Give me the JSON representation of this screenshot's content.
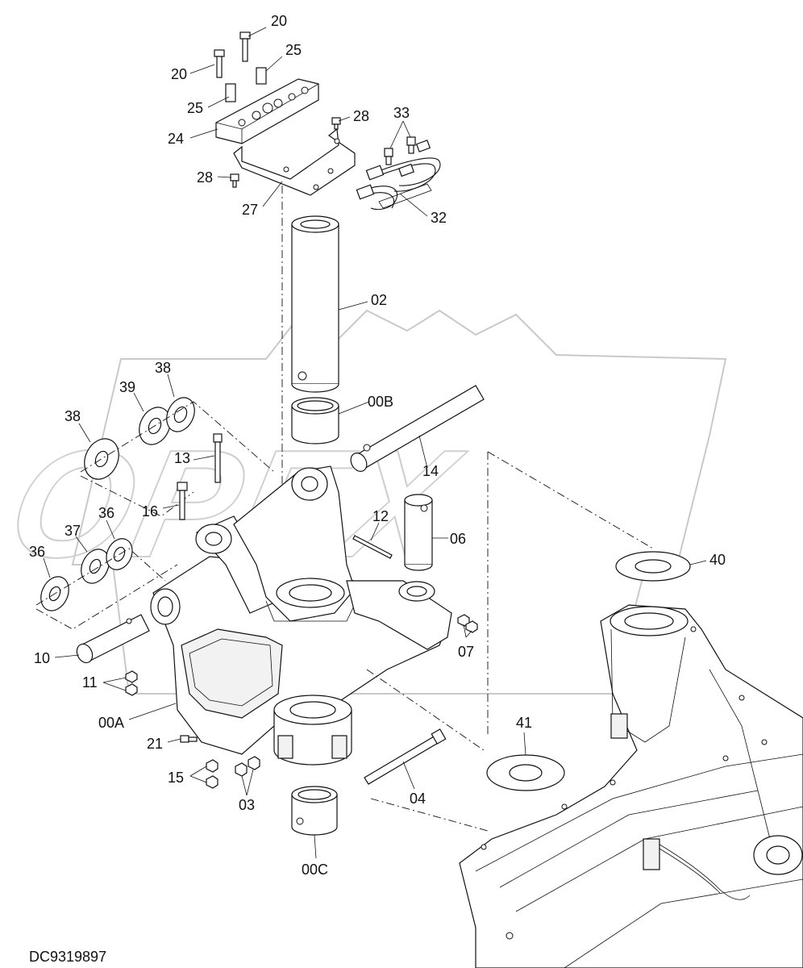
{
  "drawing_code": "DC9319897",
  "watermark": "OPEX",
  "callouts": [
    {
      "id": "c-20a",
      "text": "20"
    },
    {
      "id": "c-20b",
      "text": "20"
    },
    {
      "id": "c-25a",
      "text": "25"
    },
    {
      "id": "c-25b",
      "text": "25"
    },
    {
      "id": "c-24",
      "text": "24"
    },
    {
      "id": "c-28a",
      "text": "28"
    },
    {
      "id": "c-28b",
      "text": "28"
    },
    {
      "id": "c-27",
      "text": "27"
    },
    {
      "id": "c-33",
      "text": "33"
    },
    {
      "id": "c-32",
      "text": "32"
    },
    {
      "id": "c-02",
      "text": "02"
    },
    {
      "id": "c-38a",
      "text": "38"
    },
    {
      "id": "c-39",
      "text": "39"
    },
    {
      "id": "c-38b",
      "text": "38"
    },
    {
      "id": "c-00B",
      "text": "00B"
    },
    {
      "id": "c-13",
      "text": "13"
    },
    {
      "id": "c-14",
      "text": "14"
    },
    {
      "id": "c-16",
      "text": "16"
    },
    {
      "id": "c-36a",
      "text": "36"
    },
    {
      "id": "c-12",
      "text": "12"
    },
    {
      "id": "c-37",
      "text": "37"
    },
    {
      "id": "c-06",
      "text": "06"
    },
    {
      "id": "c-36b",
      "text": "36"
    },
    {
      "id": "c-40",
      "text": "40"
    },
    {
      "id": "c-10",
      "text": "10"
    },
    {
      "id": "c-07",
      "text": "07"
    },
    {
      "id": "c-11",
      "text": "11"
    },
    {
      "id": "c-00A",
      "text": "00A"
    },
    {
      "id": "c-21",
      "text": "21"
    },
    {
      "id": "c-41",
      "text": "41"
    },
    {
      "id": "c-15",
      "text": "15"
    },
    {
      "id": "c-03",
      "text": "03"
    },
    {
      "id": "c-04",
      "text": "04"
    },
    {
      "id": "c-00C",
      "text": "00C"
    }
  ]
}
